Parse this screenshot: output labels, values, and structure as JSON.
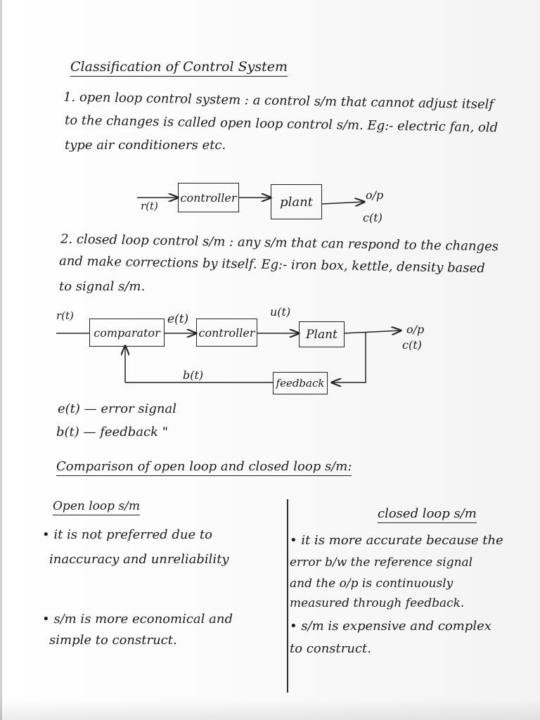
{
  "heading": "Classification of Control System",
  "open_loop": {
    "line1": "1. open loop control system : a control s/m that cannot adjust itself",
    "line2": "to the changes is called open loop control s/m. Eg:- electric fan, old",
    "line3": "type air conditioners etc.",
    "diagram": {
      "input": "r(t)",
      "controller": "controller",
      "plant": "plant",
      "output": "o/p",
      "output_symbol": "c(t)"
    }
  },
  "closed_loop": {
    "line1": "2. closed loop control s/m : any s/m that can respond to the changes",
    "line2": "and make corrections by itself. Eg:- iron box, kettle, density based",
    "line3": "to signal s/m.",
    "diagram": {
      "input": "r(t)",
      "error": "e(t)",
      "control_signal": "u(t)",
      "comparator": "comparator",
      "controller": "controller",
      "plant": "Plant",
      "output": "o/p",
      "output_symbol": "c(t)",
      "feedback_signal": "b(t)",
      "feedback": "feedback"
    },
    "legend1": "e(t) — error signal",
    "legend2": "b(t) — feedback \""
  },
  "comparison": {
    "heading": "Comparison of open loop and closed loop s/m:",
    "open_title": "Open loop s/m",
    "open_points": [
      {
        "l1": "• it is not preferred due to",
        "l2": "inaccuracy and unreliability"
      },
      {
        "l1": "• s/m is more economical and",
        "l2": "simple to construct."
      }
    ],
    "closed_title": "closed loop s/m",
    "closed_points": [
      {
        "l1": "• it is more accurate because the",
        "l2": "error b/w the reference signal",
        "l3": "and the o/p is continuously",
        "l4": "measured through feedback."
      },
      {
        "l1": "• s/m is expensive and complex",
        "l2": "to construct."
      }
    ]
  }
}
